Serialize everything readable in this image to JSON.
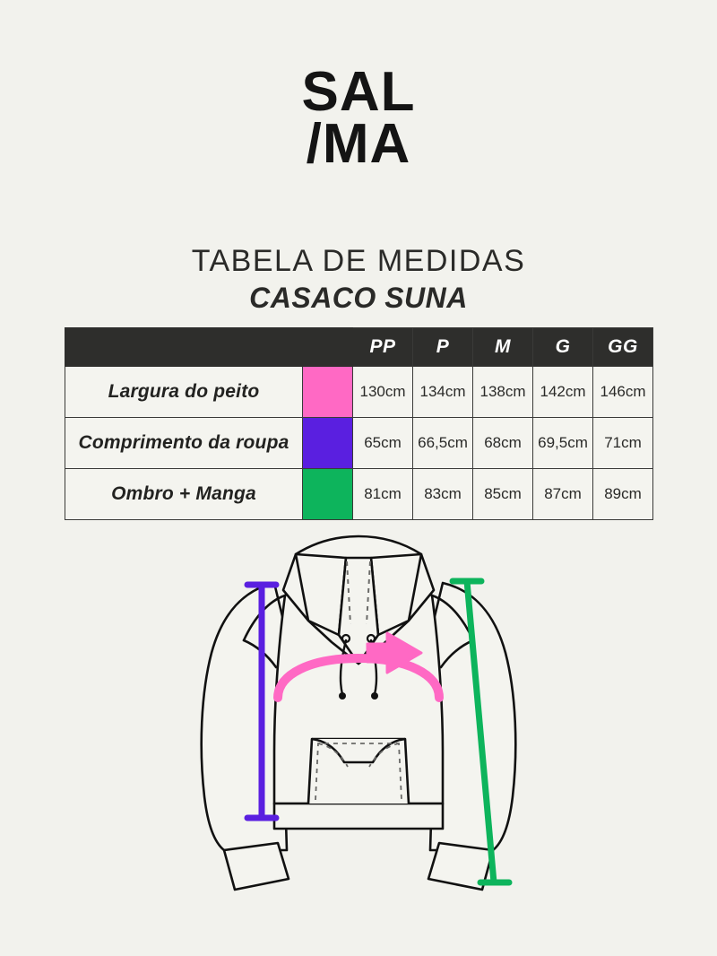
{
  "brand": {
    "line1": "SAL",
    "line2": "/MA"
  },
  "titles": {
    "main": "TABELA DE MEDIDAS",
    "sub": "CASACO SUNA"
  },
  "table": {
    "header": {
      "label_column": "",
      "swatch_column": "",
      "sizes": [
        "PP",
        "P",
        "M",
        "G",
        "GG"
      ]
    },
    "rows": [
      {
        "label": "Largura do peito",
        "swatch_color": "#ff69c4",
        "values": [
          "130cm",
          "134cm",
          "138cm",
          "142cm",
          "146cm"
        ]
      },
      {
        "label": "Comprimento da roupa",
        "swatch_color": "#5a1fe0",
        "values": [
          "65cm",
          "66,5cm",
          "68cm",
          "69,5cm",
          "71cm"
        ]
      },
      {
        "label": "Ombro + Manga",
        "swatch_color": "#0db45c",
        "values": [
          "81cm",
          "83cm",
          "85cm",
          "87cm",
          "89cm"
        ]
      }
    ]
  },
  "illustration": {
    "garment": "hooded-sweatshirt",
    "measure_lines": [
      {
        "name": "chest-width-arrow",
        "color": "#ff69c4",
        "maps_to": "Largura do peito"
      },
      {
        "name": "garment-length-line",
        "color": "#5a1fe0",
        "maps_to": "Comprimento da roupa"
      },
      {
        "name": "shoulder-sleeve-line",
        "color": "#0db45c",
        "maps_to": "Ombro + Manga"
      }
    ]
  },
  "colors": {
    "background": "#f2f2ed",
    "header_bar": "#2e2e2c",
    "ink": "#141414",
    "pink": "#ff69c4",
    "purple": "#5a1fe0",
    "green": "#0db45c"
  }
}
